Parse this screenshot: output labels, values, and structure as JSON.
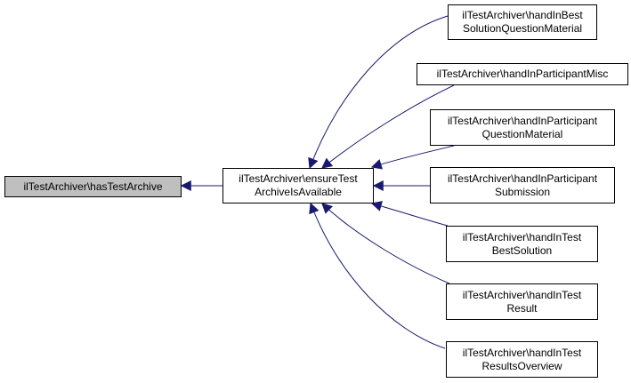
{
  "diagram": {
    "type": "call-graph",
    "edge_color": "#191970",
    "selected_fill": "#bfbfbf",
    "nodes": {
      "has_test_archive": {
        "line1": "ilTestArchiver\\hasTestArchive"
      },
      "ensure": {
        "line1": "ilTestArchiver\\ensureTest",
        "line2": "ArchiveIsAvailable"
      },
      "best_solution_qm": {
        "line1": "ilTestArchiver\\handInBest",
        "line2": "SolutionQuestionMaterial"
      },
      "participant_misc": {
        "line1": "ilTestArchiver\\handInParticipantMisc"
      },
      "participant_qm": {
        "line1": "ilTestArchiver\\handInParticipant",
        "line2": "QuestionMaterial"
      },
      "participant_submission": {
        "line1": "ilTestArchiver\\handInParticipant",
        "line2": "Submission"
      },
      "test_best_solution": {
        "line1": "ilTestArchiver\\handInTest",
        "line2": "BestSolution"
      },
      "test_result": {
        "line1": "ilTestArchiver\\handInTest",
        "line2": "Result"
      },
      "test_results_overview": {
        "line1": "ilTestArchiver\\handInTest",
        "line2": "ResultsOverview"
      }
    },
    "edges": [
      {
        "from": "ensure",
        "to": "has_test_archive"
      },
      {
        "from": "best_solution_qm",
        "to": "ensure"
      },
      {
        "from": "participant_misc",
        "to": "ensure"
      },
      {
        "from": "participant_qm",
        "to": "ensure"
      },
      {
        "from": "participant_submission",
        "to": "ensure"
      },
      {
        "from": "test_best_solution",
        "to": "ensure"
      },
      {
        "from": "test_result",
        "to": "ensure"
      },
      {
        "from": "test_results_overview",
        "to": "ensure"
      }
    ]
  }
}
